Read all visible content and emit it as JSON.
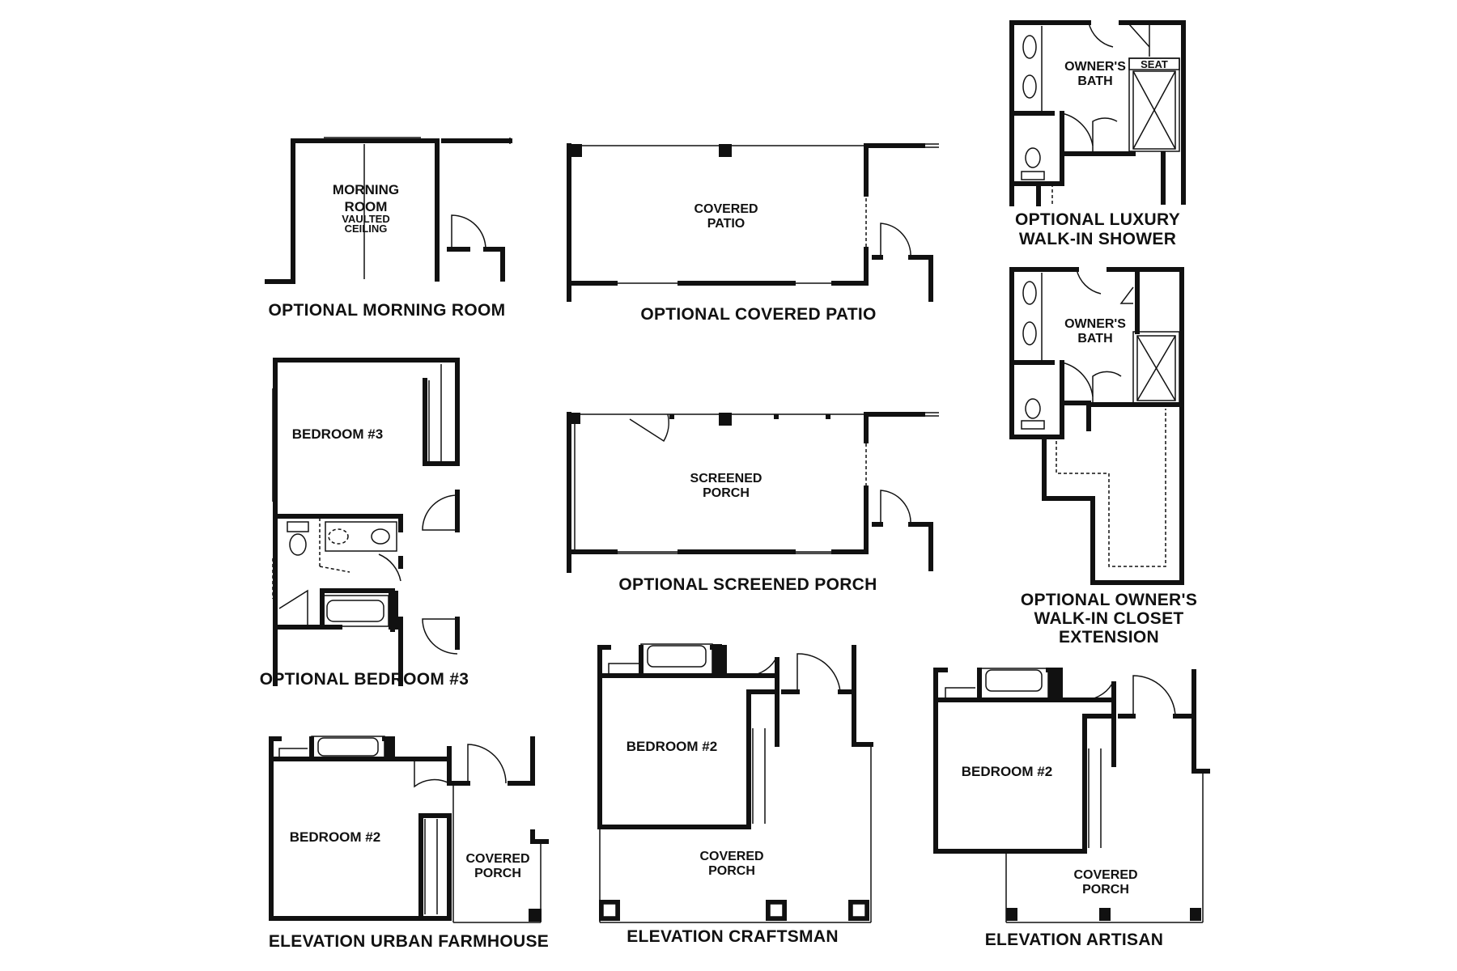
{
  "diagram": {
    "plans": [
      {
        "id": "morning-room",
        "caption": "OPTIONAL MORNING ROOM",
        "labels": [
          "MORNING",
          "ROOM",
          "VAULTED",
          "CEILING"
        ]
      },
      {
        "id": "covered-patio",
        "caption": "OPTIONAL COVERED PATIO",
        "labels": [
          "COVERED",
          "PATIO"
        ]
      },
      {
        "id": "luxury-shower",
        "caption_lines": [
          "OPTIONAL LUXURY",
          "WALK-IN SHOWER"
        ],
        "labels": [
          "OWNER'S",
          "BATH",
          "SEAT"
        ]
      },
      {
        "id": "bedroom-3",
        "caption": "OPTIONAL BEDROOM #3",
        "labels": [
          "BEDROOM #3"
        ]
      },
      {
        "id": "screened-porch",
        "caption": "OPTIONAL SCREENED PORCH",
        "labels": [
          "SCREENED",
          "PORCH"
        ]
      },
      {
        "id": "closet-extension",
        "caption_lines": [
          "OPTIONAL OWNER'S",
          "WALK-IN CLOSET",
          "EXTENSION"
        ],
        "labels": [
          "OWNER'S",
          "BATH"
        ]
      },
      {
        "id": "urban-farmhouse",
        "caption": "ELEVATION URBAN FARMHOUSE",
        "labels": [
          "BEDROOM #2",
          "COVERED",
          "PORCH"
        ]
      },
      {
        "id": "craftsman",
        "caption": "ELEVATION CRAFTSMAN",
        "labels": [
          "BEDROOM #2",
          "COVERED",
          "PORCH"
        ]
      },
      {
        "id": "artisan",
        "caption": "ELEVATION ARTISAN",
        "labels": [
          "BEDROOM #2",
          "COVERED",
          "PORCH"
        ]
      }
    ]
  }
}
